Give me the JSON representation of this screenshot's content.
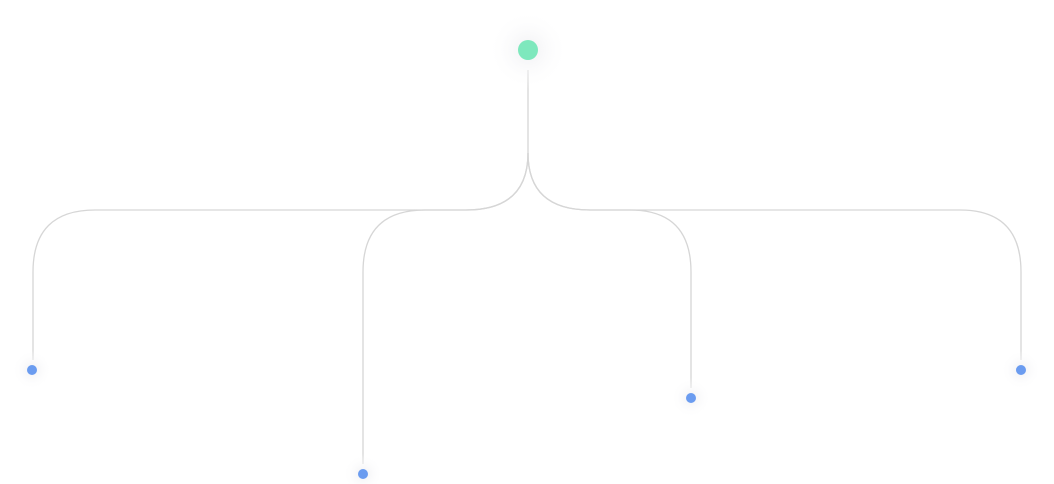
{
  "diagram": {
    "type": "tree",
    "colors": {
      "root_node": "#7ee8bd",
      "leaf_node": "#6b9cf0",
      "edge": "#d6d6d6",
      "halo": "#f4f4f6"
    },
    "root": {
      "id": "root"
    },
    "leaves": [
      {
        "id": "leaf-1"
      },
      {
        "id": "leaf-2"
      },
      {
        "id": "leaf-3"
      },
      {
        "id": "leaf-4"
      }
    ]
  }
}
